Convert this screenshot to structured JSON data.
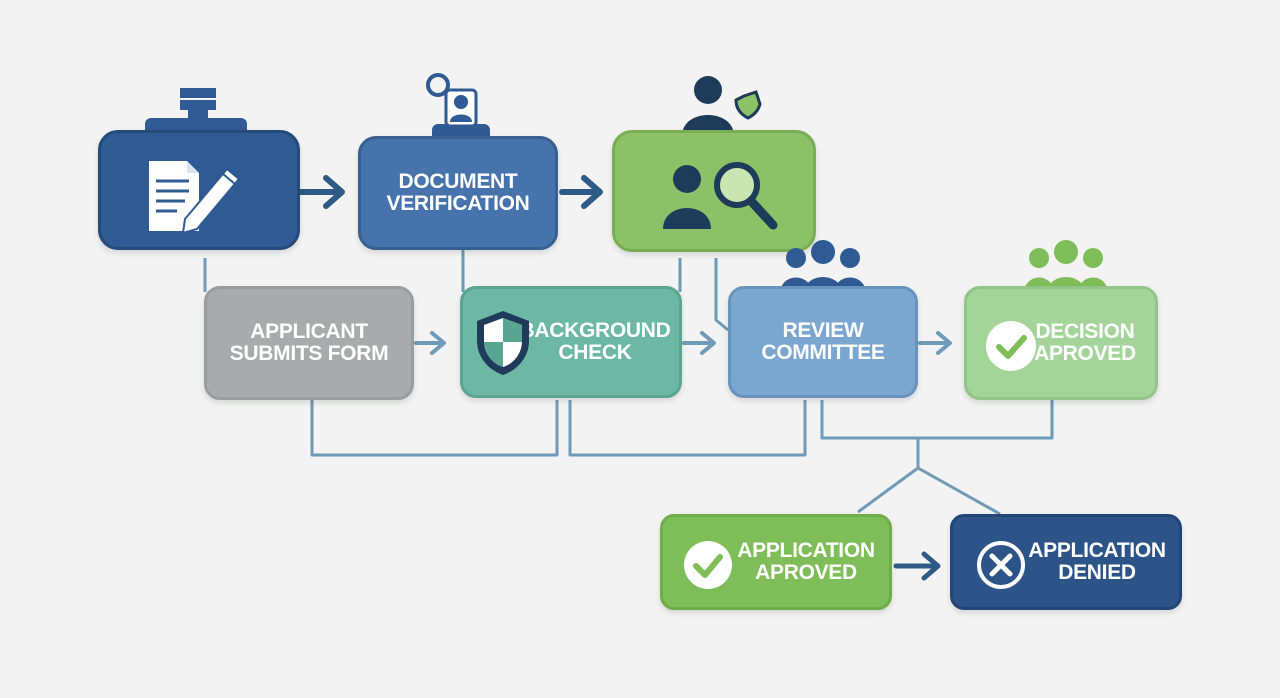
{
  "nodes": {
    "start": {
      "label": "",
      "color": "#2f5a93"
    },
    "document": {
      "label": "DOCUMENT VERIFICATION",
      "color": "#4673ab"
    },
    "interview": {
      "label": "",
      "color": "#8cc168"
    },
    "applicant": {
      "label": "APPLICANT SUBMITS FORM",
      "color": "#a8abac"
    },
    "background": {
      "label": "BACKGROUND CHECK",
      "color": "#6cb8a4"
    },
    "review": {
      "label": "REVIEW COMMITTEE",
      "color": "#7aa6cf"
    },
    "decision": {
      "label": "DECISION APROVED",
      "color": "#a5d49a"
    },
    "approved": {
      "label": "APPLICATION APROVED",
      "color": "#7fbd58"
    },
    "denied": {
      "label": "APPLICATION DENIED",
      "color": "#2c5488"
    }
  },
  "icons": {
    "start": "document-pencil-icon",
    "document": "person-badge-icon",
    "interview": "person-magnifier-icon",
    "background": "shield-icon",
    "review": "group-icon",
    "decision": "checkmark-icon",
    "approved": "checkmark-icon",
    "denied": "x-circle-icon"
  },
  "colors": {
    "connector": "#6f9ab8",
    "arrow": "#2f5a85",
    "background": "#f2f3f2"
  }
}
